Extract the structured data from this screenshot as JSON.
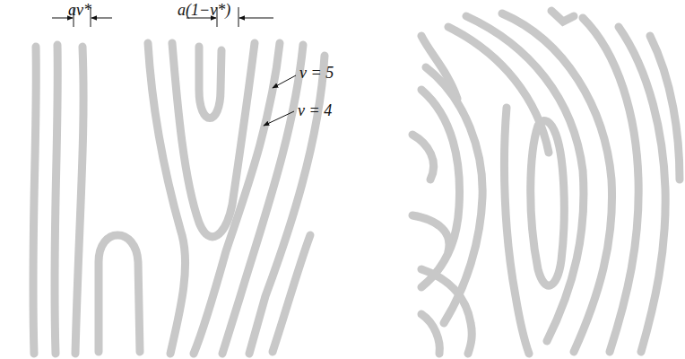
{
  "diagram": {
    "labels": [
      "aν*",
      "a(1−ν*)",
      "ν = 5",
      "ν = 4"
    ]
  }
}
